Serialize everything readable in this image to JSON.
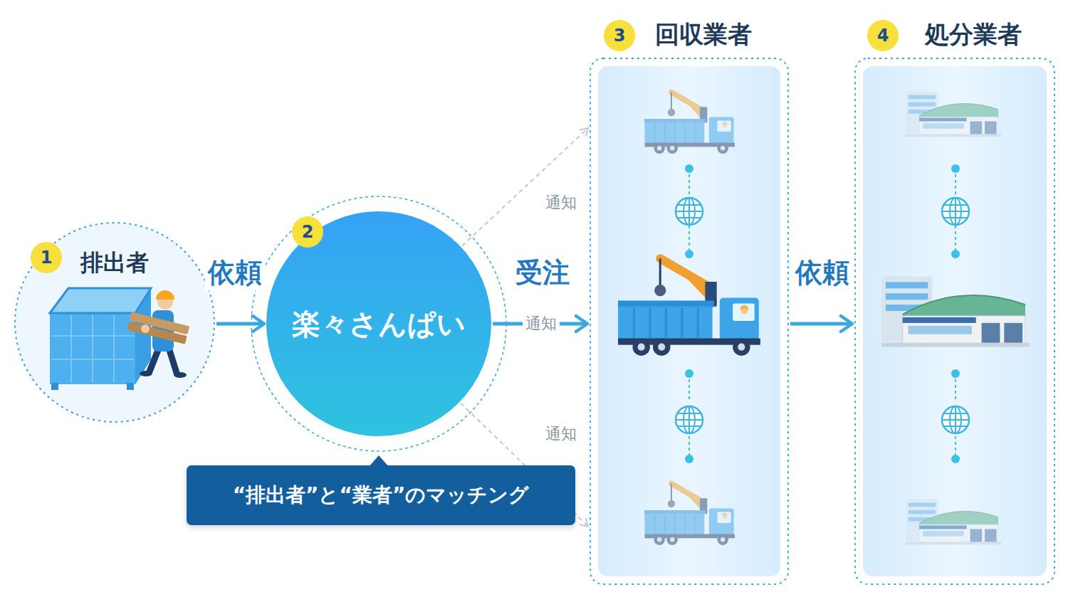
{
  "diagram": {
    "nodes": [
      {
        "text": [
          "排出者"
        ]
      },
      {
        "text": [
          "楽々さんぱい"
        ]
      },
      {
        "text": [
          "“排出者”と“業者”のマッチング"
        ]
      },
      {
        "text": [
          "回収業者"
        ]
      },
      {
        "text": [
          "処分業者"
        ]
      }
    ],
    "edges": [
      {
        "from": 0,
        "to": 1,
        "arrow": "to",
        "label": "依頼"
      },
      {
        "from": 1,
        "to": 3,
        "arrow": "to",
        "label": "通知"
      },
      {
        "from": 1,
        "to": 3,
        "arrow": "to",
        "label": "通知"
      },
      {
        "from": 1,
        "to": 3,
        "arrow": "to",
        "label": "通知"
      },
      {
        "from": 3,
        "to": 4,
        "arrow": "to",
        "label": "依頼"
      }
    ],
    "labels": [
      "1",
      "2",
      "3",
      "4",
      "受注"
    ]
  }
}
